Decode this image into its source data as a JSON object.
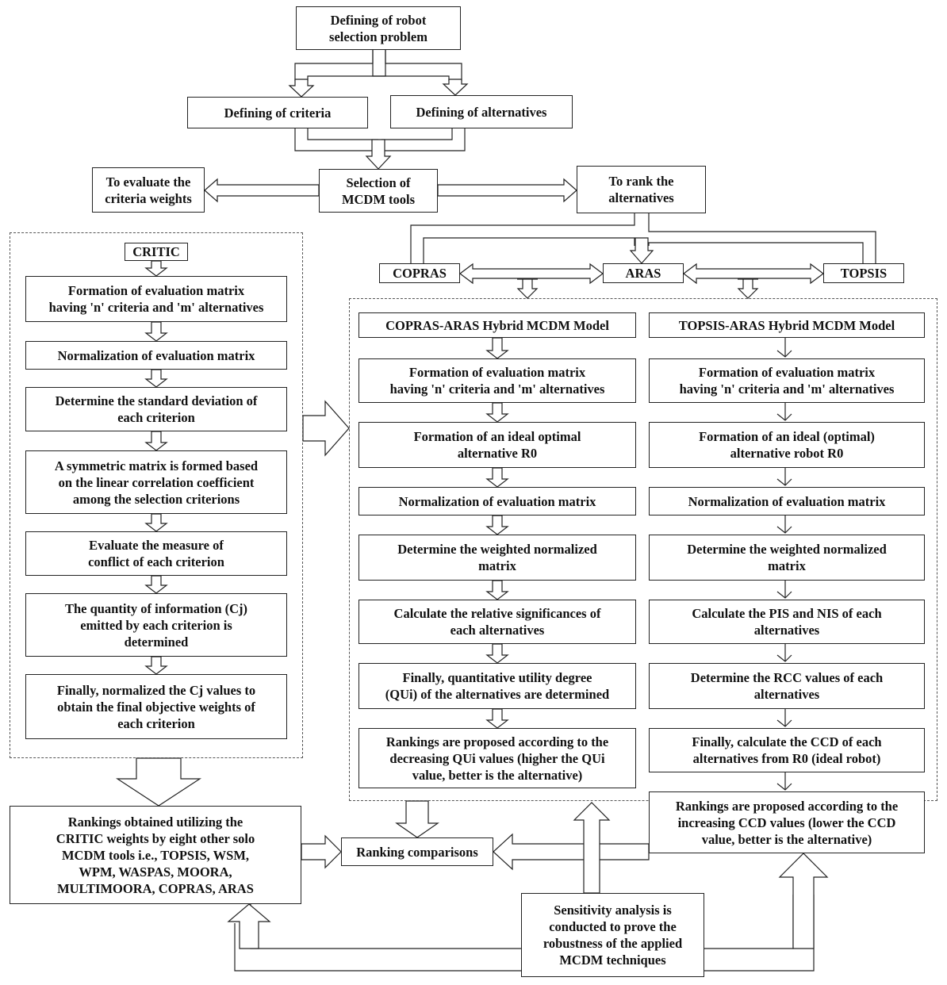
{
  "top": {
    "problem": "Defining of robot\nselection problem",
    "criteria": "Defining of criteria",
    "alternatives": "Defining of alternatives",
    "selection": "Selection of\nMCDM tools",
    "evaluate_weights": "To evaluate the\ncriteria weights",
    "rank_alternatives": "To rank the\nalternatives"
  },
  "critic": {
    "label": "CRITIC",
    "steps": [
      "Formation of evaluation matrix\nhaving 'n' criteria and 'm' alternatives",
      "Normalization of evaluation matrix",
      "Determine the standard deviation of\neach criterion",
      "A symmetric matrix is formed based\non the linear correlation coefficient\namong the selection criterions",
      "Evaluate the measure of\nconflict of each criterion",
      "The quantity of information (Cj)\nemitted by each criterion is\ndetermined",
      "Finally, normalized the Cj values to\nobtain the final objective weights of\neach criterion"
    ]
  },
  "methods": {
    "copras": "COPRAS",
    "aras": "ARAS",
    "topsis": "TOPSIS"
  },
  "copras_aras": {
    "title": "COPRAS-ARAS Hybrid MCDM Model",
    "steps": [
      "Formation of evaluation matrix\nhaving 'n' criteria and 'm' alternatives",
      "Formation of an ideal optimal\nalternative R0",
      "Normalization of evaluation matrix",
      "Determine the weighted normalized\nmatrix",
      "Calculate the relative significances of\neach alternatives",
      "Finally, quantitative utility degree\n(QUi) of the alternatives are determined",
      "Rankings are proposed according to the\ndecreasing QUi values (higher the QUi\nvalue, better is the alternative)"
    ]
  },
  "topsis_aras": {
    "title": "TOPSIS-ARAS Hybrid MCDM Model",
    "steps": [
      "Formation of evaluation matrix\nhaving 'n' criteria and 'm' alternatives",
      "Formation of an ideal (optimal)\nalternative robot R0",
      "Normalization of evaluation matrix",
      "Determine the weighted normalized\nmatrix",
      "Calculate the PIS and NIS of each\nalternatives",
      "Determine the RCC values of each\nalternatives",
      "Finally, calculate the CCD of each\nalternatives from R0 (ideal robot)",
      "Rankings are proposed according to the\nincreasing CCD values (lower the CCD\nvalue, better is the alternative)"
    ]
  },
  "bottom": {
    "solo_rankings": "Rankings obtained utilizing the\nCRITIC weights by eight other solo\nMCDM tools  i.e., TOPSIS, WSM,\nWPM, WASPAS, MOORA,\nMULTIMOORA, COPRAS, ARAS",
    "comparisons": "Ranking comparisons",
    "sensitivity": "Sensitivity analysis is\nconducted to prove the\nrobustness of the applied\nMCDM techniques"
  }
}
